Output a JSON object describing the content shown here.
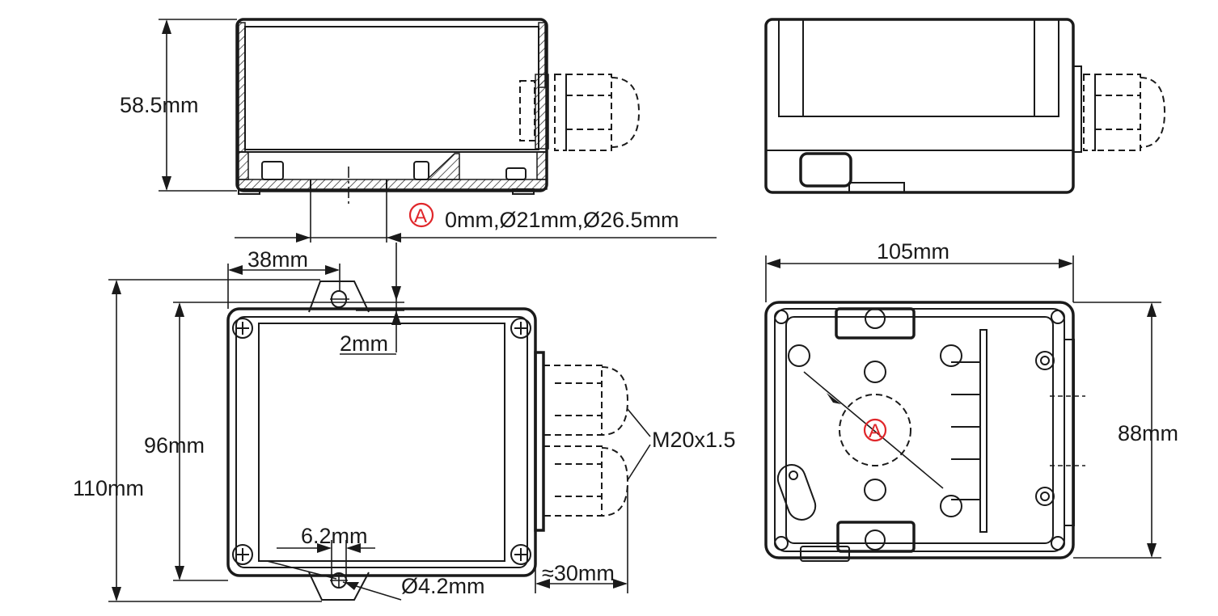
{
  "labels": {
    "height_side": "58.5mm",
    "section_callout": "0mm,Ø21mm,Ø26.5mm",
    "marker_letter": "A",
    "flange_offset": "38mm",
    "flange_gap": "2mm",
    "inner_height": "96mm",
    "total_height": "110mm",
    "slot_width": "6.2mm",
    "hole_diameter": "Ø4.2mm",
    "gland_length": "≈30mm",
    "thread": "M20x1.5",
    "width": "105mm",
    "depth": "88mm"
  },
  "colors": {
    "line": "#1a1a1a",
    "marker": "#e0262a",
    "background": "#ffffff"
  }
}
